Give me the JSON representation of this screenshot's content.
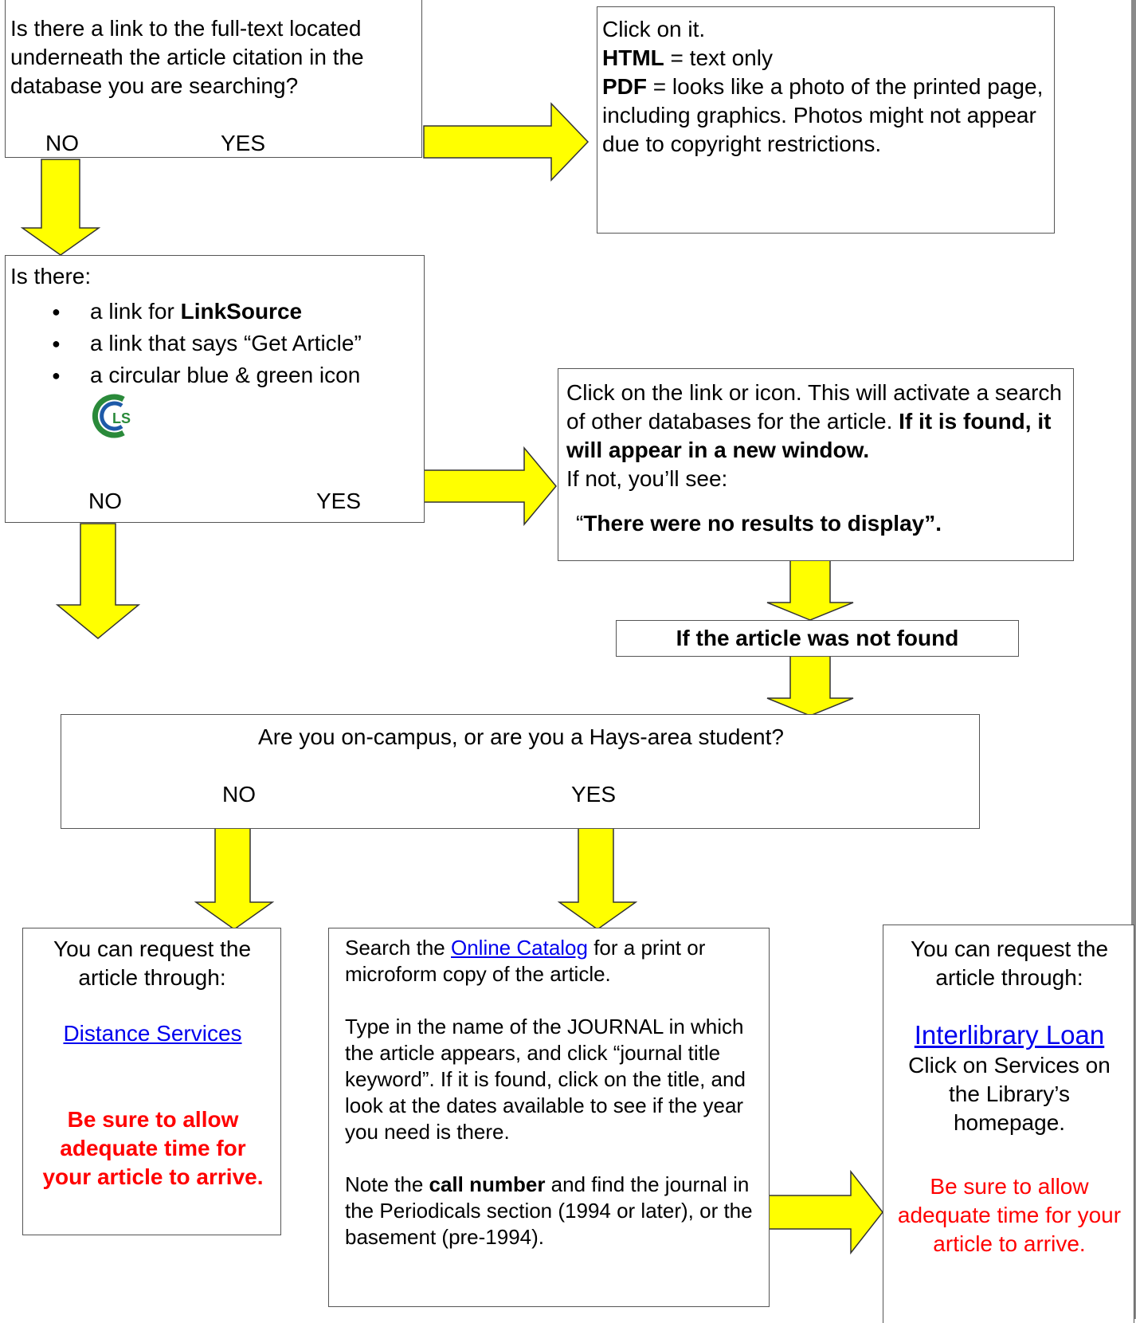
{
  "box1": {
    "question": "Is there a link to the full-text located underneath the article citation in the database you are searching?",
    "no": "NO",
    "yes": "YES"
  },
  "box2": {
    "line1": "Click on it.",
    "html_label": "HTML",
    "html_desc": " = text only",
    "pdf_label": "PDF",
    "pdf_desc": " = looks like a photo of the printed page, including graphics. Photos might not appear due to copyright restrictions."
  },
  "box3": {
    "intro": "Is there:",
    "items": [
      {
        "pre": "a link for ",
        "bold": "LinkSource"
      },
      {
        "pre": "a link that says “Get Article”",
        "bold": ""
      },
      {
        "pre": "a circular blue & green icon",
        "bold": ""
      }
    ],
    "icon_text": "LS",
    "no": "NO",
    "yes": "YES"
  },
  "box4": {
    "part1": "Click on the link or icon. This will activate a search of other databases for the article.  ",
    "part1_bold": "If it is found, it will appear in a new window.",
    "part2": "If not, you’ll see:",
    "quote_open": "“",
    "quote_bold": "There were no results to display”."
  },
  "box5": {
    "label": "If the article was not found"
  },
  "box6": {
    "question": "Are you on-campus, or are you a Hays-area student?",
    "no": "NO",
    "yes": "YES"
  },
  "box7": {
    "line1": "You can request the article through:",
    "link": "Distance Services",
    "warning": "Be sure to allow adequate time for your article to arrive."
  },
  "box8": {
    "p1_pre": "Search the ",
    "p1_link": "Online Catalog",
    "p1_post": " for a print or microform copy of the article.",
    "p2": "Type in the name of the JOURNAL in which the article appears, and click “journal title keyword”.  If it is found, click on the title, and look at the dates available to see if the year you need is there.",
    "p3_pre": "Note the ",
    "p3_bold": "call number",
    "p3_post": " and find the journal in the Periodicals section (1994 or later), or the basement (pre-1994)."
  },
  "box9": {
    "line1": "You can request the article through:",
    "link": "Interlibrary Loan",
    "line2": "Click on Services on the Library’s homepage.",
    "warning": "Be sure to allow adequate time for your article to arrive."
  },
  "colors": {
    "arrow_fill": "#ffff00",
    "warning": "#ff0000",
    "link": "#0000ee"
  }
}
